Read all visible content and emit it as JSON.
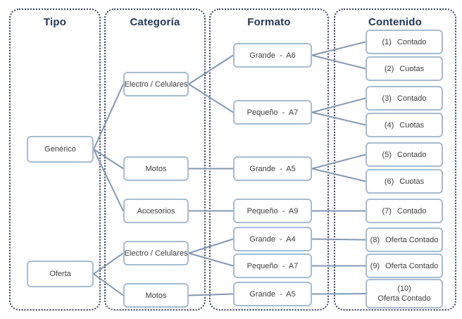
{
  "colors": {
    "background": "#ffffff",
    "panel_border": "#3a4264",
    "header_text": "#24365c",
    "box_border": "#a7bcd1",
    "box_text": "#3d3d3d",
    "connector": "#8498b5"
  },
  "diagram": {
    "type": "tree",
    "columns": [
      {
        "id": "tipo",
        "label": "Tipo"
      },
      {
        "id": "categoria",
        "label": "Categoría"
      },
      {
        "id": "formato",
        "label": "Formato"
      },
      {
        "id": "contenido",
        "label": "Contenido"
      }
    ],
    "nodes": {
      "generico": {
        "label": "Genérico"
      },
      "oferta": {
        "label": "Oferta"
      },
      "cat_electro1": {
        "label": "Electro / Celulares"
      },
      "cat_motos1": {
        "label": "Motos"
      },
      "cat_accesorios": {
        "label": "Accesorios"
      },
      "cat_electro2": {
        "label": "Electro / Celulares"
      },
      "cat_motos2": {
        "label": "Motos"
      },
      "f_grande_a6": {
        "label": "Grande  -  A6"
      },
      "f_pequeno_a7a": {
        "label": "Pequeño  -  A7"
      },
      "f_grande_a5a": {
        "label": "Grande  -  A5"
      },
      "f_pequeno_a9": {
        "label": "Pequeño  -  A9"
      },
      "f_grande_a4": {
        "label": "Grande  -  A4"
      },
      "f_pequeno_a7b": {
        "label": "Pequeño  -  A7"
      },
      "f_grande_a5b": {
        "label": "Grande  -  A5"
      },
      "c1": {
        "num": "(1)",
        "label": "Contado"
      },
      "c2": {
        "num": "(2)",
        "label": "Cuotas"
      },
      "c3": {
        "num": "(3)",
        "label": "Contado"
      },
      "c4": {
        "num": "(4)",
        "label": "Cuotas"
      },
      "c5": {
        "num": "(5)",
        "label": "Contado"
      },
      "c6": {
        "num": "(6)",
        "label": "Cuotas"
      },
      "c7": {
        "num": "(7)",
        "label": "Contado"
      },
      "c8": {
        "num": "(8)",
        "label": "Oferta Contado"
      },
      "c9": {
        "num": "(9)",
        "label": "Oferta Contado"
      },
      "c10": {
        "num": "(10)",
        "label": "Oferta Contado"
      }
    },
    "connections": [
      [
        "generico",
        "cat_electro1"
      ],
      [
        "generico",
        "cat_motos1"
      ],
      [
        "generico",
        "cat_accesorios"
      ],
      [
        "oferta",
        "cat_electro2"
      ],
      [
        "oferta",
        "cat_motos2"
      ],
      [
        "cat_electro1",
        "f_grande_a6"
      ],
      [
        "cat_electro1",
        "f_pequeno_a7a"
      ],
      [
        "cat_motos1",
        "f_grande_a5a"
      ],
      [
        "cat_accesorios",
        "f_pequeno_a9"
      ],
      [
        "cat_electro2",
        "f_grande_a4"
      ],
      [
        "cat_electro2",
        "f_pequeno_a7b"
      ],
      [
        "cat_motos2",
        "f_grande_a5b"
      ],
      [
        "f_grande_a6",
        "c1"
      ],
      [
        "f_grande_a6",
        "c2"
      ],
      [
        "f_pequeno_a7a",
        "c3"
      ],
      [
        "f_pequeno_a7a",
        "c4"
      ],
      [
        "f_grande_a5a",
        "c5"
      ],
      [
        "f_grande_a5a",
        "c6"
      ],
      [
        "f_pequeno_a9",
        "c7"
      ],
      [
        "f_grande_a4",
        "c8"
      ],
      [
        "f_pequeno_a7b",
        "c9"
      ],
      [
        "f_grande_a5b",
        "c10"
      ]
    ]
  }
}
